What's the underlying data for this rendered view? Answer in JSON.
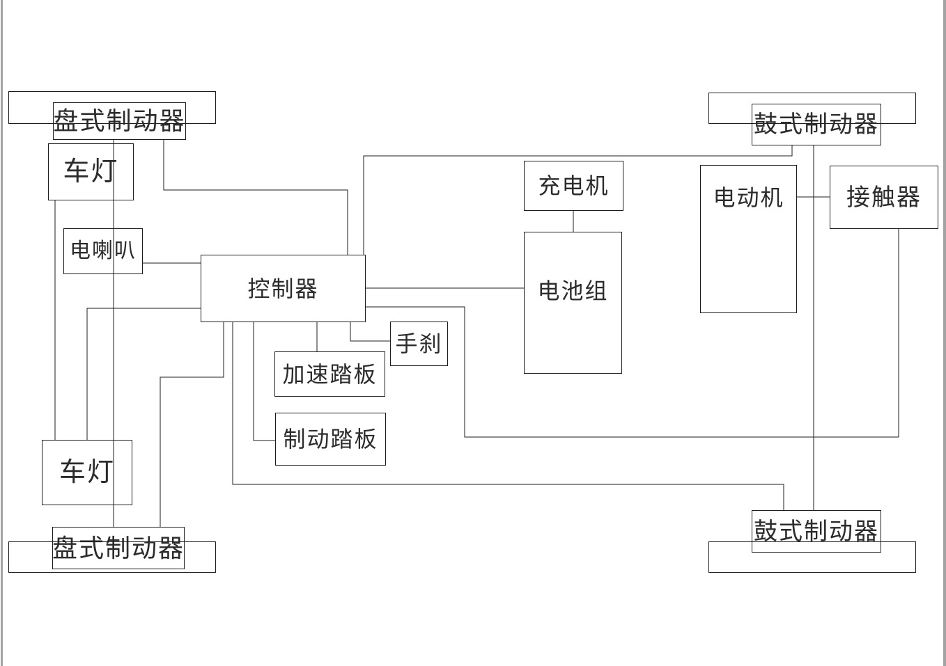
{
  "diagram": {
    "kind": "block-diagram",
    "language": "zh"
  },
  "colors": {
    "line": "#1c1c1c",
    "background": "#ffffff",
    "window_edge": "#a3a3a3"
  },
  "nodes": {
    "disc_brake_top": {
      "label": "盘式制动器"
    },
    "headlight_top": {
      "label": "车灯"
    },
    "horn": {
      "label": "电喇叭"
    },
    "controller": {
      "label": "控制器"
    },
    "handbrake": {
      "label": "手刹"
    },
    "accelerator_pedal": {
      "label": "加速踏板"
    },
    "brake_pedal": {
      "label": "制动踏板"
    },
    "charger": {
      "label": "充电机"
    },
    "battery_pack": {
      "label": "电池组"
    },
    "motor": {
      "label": "电动机"
    },
    "contactor": {
      "label": "接触器"
    },
    "drum_brake_top": {
      "label": "鼓式制动器"
    },
    "headlight_bottom": {
      "label": "车灯"
    },
    "disc_brake_bottom": {
      "label": "盘式制动器"
    },
    "drum_brake_bottom": {
      "label": "鼓式制动器"
    }
  },
  "edges": [
    {
      "from": "disc_brake_top",
      "to": "disc_brake_bottom"
    },
    {
      "from": "headlight_top",
      "to": "headlight_bottom"
    },
    {
      "from": "disc_brake_top",
      "to": "controller"
    },
    {
      "from": "drum_brake_top",
      "to": "controller"
    },
    {
      "from": "horn",
      "to": "controller"
    },
    {
      "from": "controller",
      "to": "headlight_bottom"
    },
    {
      "from": "controller",
      "to": "battery_pack"
    },
    {
      "from": "controller",
      "to": "contactor"
    },
    {
      "from": "controller",
      "to": "disc_brake_bottom"
    },
    {
      "from": "controller",
      "to": "drum_brake_bottom"
    },
    {
      "from": "controller",
      "to": "accelerator_pedal"
    },
    {
      "from": "controller",
      "to": "handbrake"
    },
    {
      "from": "controller",
      "to": "brake_pedal"
    },
    {
      "from": "charger",
      "to": "battery_pack"
    },
    {
      "from": "motor",
      "to": "contactor"
    },
    {
      "from": "drum_brake_top",
      "to": "drum_brake_bottom"
    }
  ]
}
